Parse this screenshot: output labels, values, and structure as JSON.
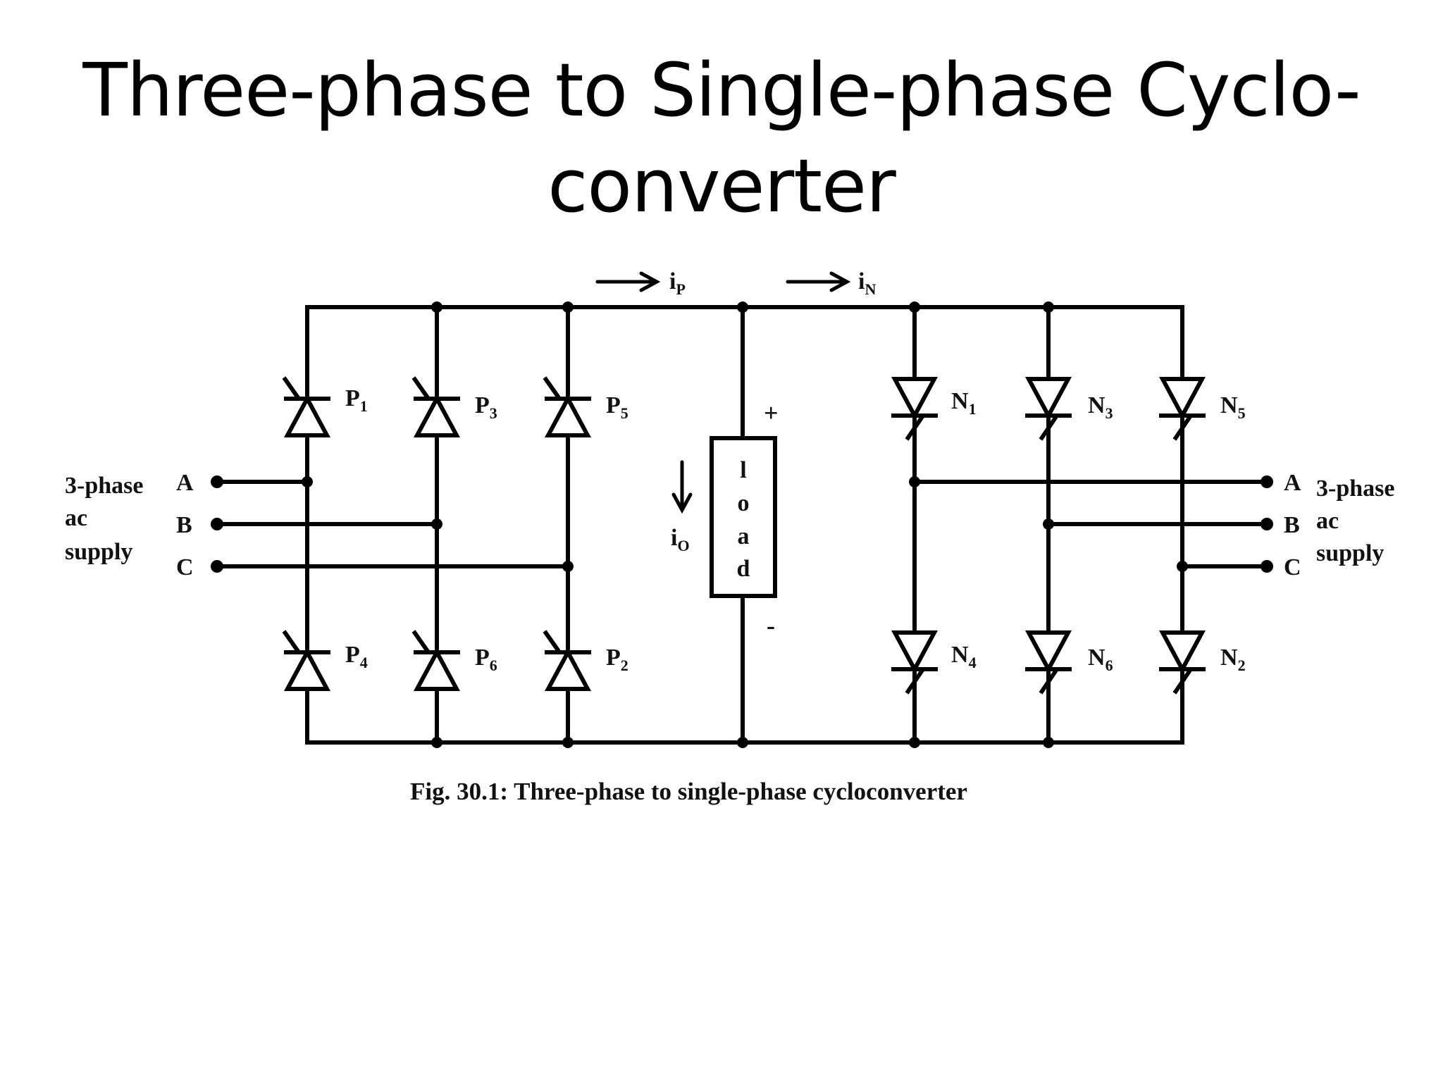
{
  "title": {
    "line1": "Three-phase to Single-phase Cyclo-",
    "line2": "converter"
  },
  "diagram": {
    "caption": "Fig. 30.1: Three-phase to single-phase cycloconverter",
    "current_labels": {
      "ip": {
        "main": "i",
        "sub": "P"
      },
      "in": {
        "main": "i",
        "sub": "N"
      },
      "io": {
        "main": "i",
        "sub": "O"
      }
    },
    "load": {
      "letters": [
        "l",
        "o",
        "a",
        "d"
      ],
      "plus": "+",
      "minus": "-"
    },
    "left_supply": {
      "lines": [
        "3-phase",
        "ac",
        "supply"
      ],
      "phases": [
        "A",
        "B",
        "C"
      ]
    },
    "right_supply": {
      "lines": [
        "3-phase",
        "ac",
        "supply"
      ],
      "phases": [
        "A",
        "B",
        "C"
      ]
    },
    "thyristors_p": [
      {
        "main": "P",
        "sub": "1"
      },
      {
        "main": "P",
        "sub": "3"
      },
      {
        "main": "P",
        "sub": "5"
      },
      {
        "main": "P",
        "sub": "4"
      },
      {
        "main": "P",
        "sub": "6"
      },
      {
        "main": "P",
        "sub": "2"
      }
    ],
    "thyristors_n": [
      {
        "main": "N",
        "sub": "1"
      },
      {
        "main": "N",
        "sub": "3"
      },
      {
        "main": "N",
        "sub": "5"
      },
      {
        "main": "N",
        "sub": "4"
      },
      {
        "main": "N",
        "sub": "6"
      },
      {
        "main": "N",
        "sub": "2"
      }
    ]
  }
}
